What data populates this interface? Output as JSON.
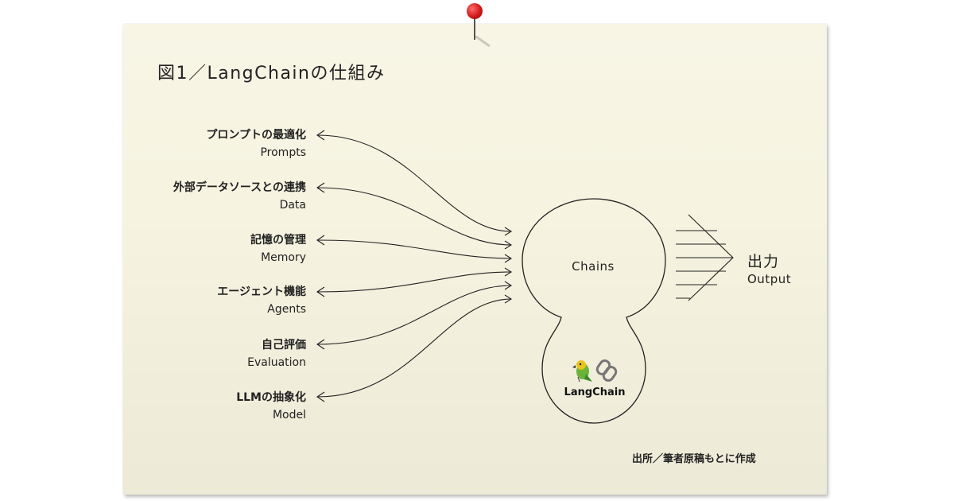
{
  "title": "図1／LangChainの仕組み",
  "inputs": [
    {
      "jp": "プロンプトの最適化",
      "en": "Prompts"
    },
    {
      "jp": "外部データソースとの連携",
      "en": "Data"
    },
    {
      "jp": "記憶の管理",
      "en": "Memory"
    },
    {
      "jp": "エージェント機能",
      "en": "Agents"
    },
    {
      "jp": "自己評価",
      "en": "Evaluation"
    },
    {
      "jp": "LLMの抽象化",
      "en": "Model"
    }
  ],
  "center": {
    "chains": "Chains",
    "logo_text": "LangChain",
    "logo_icons": [
      "parrot-icon",
      "chain-link-icon"
    ]
  },
  "output": {
    "jp": "出力",
    "en": "Output"
  },
  "source": "出所／筆者原稿もとに作成",
  "colors": {
    "paper": "#f6f3e0",
    "ink": "#222222",
    "pin": "#d01a1a"
  }
}
